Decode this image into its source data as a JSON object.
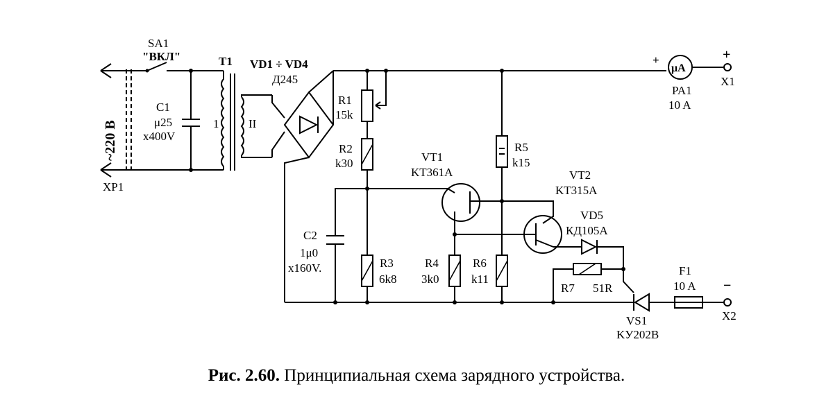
{
  "labels": {
    "sa1": "SA1",
    "sa1_state": "\"ВКЛ\"",
    "t1": "T1",
    "winding2": "II",
    "winding1": "1",
    "vd14": "VD1 ÷ VD4",
    "vd14_type": "Д245",
    "c1": "C1",
    "c1_val": "μ25",
    "c1_volt": "x400V",
    "mains": "~220 B",
    "xp1": "XP1",
    "r1": "R1",
    "r1_val": "15k",
    "r2": "R2",
    "r2_val": "k30",
    "c2": "C2",
    "c2_val": "1μ0",
    "c2_volt": "x160V.",
    "r3": "R3",
    "r3_val": "6k8",
    "vt1": "VT1",
    "vt1_type": "KT361A",
    "r4": "R4",
    "r4_val": "3k0",
    "r5": "R5",
    "r5_val": "k15",
    "r6": "R6",
    "r6_val": "k11",
    "vt2": "VT2",
    "vt2_type": "KT315A",
    "vd5": "VD5",
    "vd5_type": "КД105A",
    "r7": "R7",
    "r7_val": "51R",
    "vs1": "VS1",
    "vs1_type": "KУ202B",
    "pa1": "PA1",
    "pa1_val": "10 A",
    "meter": "μA",
    "plus": "+",
    "minus": "−",
    "x1": "X1",
    "x2": "X2",
    "f1": "F1",
    "f1_val": "10 A"
  },
  "caption": {
    "number": "Рис. 2.60.",
    "text": " Принципиальная схема зарядного устройства."
  }
}
